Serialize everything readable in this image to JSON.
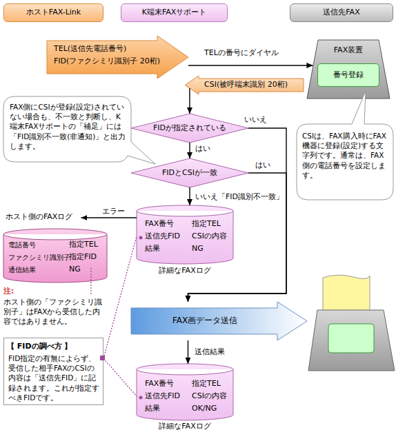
{
  "diagram": {
    "nodes": [
      {
        "text": [
          "ホストFAX-Link"
        ]
      },
      {
        "text": [
          "K端末FAXサポート"
        ]
      },
      {
        "text": [
          "送信先FAX"
        ]
      },
      {
        "text": [
          "TEL(送信先電話番号)",
          "FID(ファクシミリ識別子 20桁)"
        ]
      },
      {
        "text": [
          "FAX装置"
        ]
      },
      {
        "text": [
          "番号登録"
        ],
        "in": 4
      },
      {
        "text": [
          "CSI(被呼端末識別 20桁)"
        ]
      },
      {
        "text": [
          "FAX側にCSIが登録(設定)されていない場合も、不一致と判断し、K端末FAXサポートの「補足」には「FID識別不一致(非通知)」と出力します。"
        ]
      },
      {
        "text": [
          "FIDが指定されている"
        ]
      },
      {
        "text": [
          "CSIは、FAX購入時にFAX機器に登録(設定)する文字列です。通常は、FAX側の電話番号を設定します。"
        ]
      },
      {
        "text": [
          "FIDとCSIが一致"
        ]
      },
      {
        "text": [
          "FAX番号",
          "指定TEL",
          "送信先FID",
          "CSIの内容",
          "結果",
          "NG",
          "詳細なFAXログ"
        ]
      },
      {
        "text": [
          "ホスト側のFAXログ",
          "電話番号",
          "指定TEL",
          "ファクシミリ識別子",
          "指定FID",
          "通信結果",
          "NG"
        ]
      },
      {
        "text": [
          "FAX画データ送信"
        ]
      },
      {
        "text": [
          "FAX番号",
          "指定TEL",
          "送信先FID",
          "CSIの内容",
          "結果",
          "OK/NG",
          "詳細なFAXログ"
        ]
      },
      {
        "text": [
          "【 FIDの調べ方 】",
          "FID指定の有無によらず、受信した相手FAXのCSIの内容は「送信先FID」に記録されます。これが指定すべきFIDです。"
        ]
      }
    ],
    "edges": [
      {
        "from": 3,
        "to": 4,
        "label": "TELの番号にダイヤル",
        "arrow": "to"
      },
      {
        "from": 6,
        "to": 8,
        "arrow": "to"
      },
      {
        "from": 8,
        "to": 13,
        "label": "いいえ",
        "arrow": "to"
      },
      {
        "from": 8,
        "to": 10,
        "label": "はい",
        "arrow": "to"
      },
      {
        "from": 10,
        "to": 13,
        "label": "はい",
        "arrow": "to"
      },
      {
        "from": 10,
        "to": 11,
        "label": "いいえ「FID識別不一致」",
        "arrow": "to"
      },
      {
        "from": 11,
        "to": 12,
        "label": "エラー",
        "arrow": "to"
      },
      {
        "from": 13,
        "to": 14,
        "label": "送信結果",
        "arrow": "to"
      },
      {
        "from": 15,
        "to": 11,
        "arrow": "none"
      },
      {
        "from": 15,
        "to": 14,
        "arrow": "none"
      }
    ],
    "labels": [
      "注:",
      "ホスト側の「ファクシミリ識別子」はFAXから受信した内容ではありません。"
    ]
  }
}
